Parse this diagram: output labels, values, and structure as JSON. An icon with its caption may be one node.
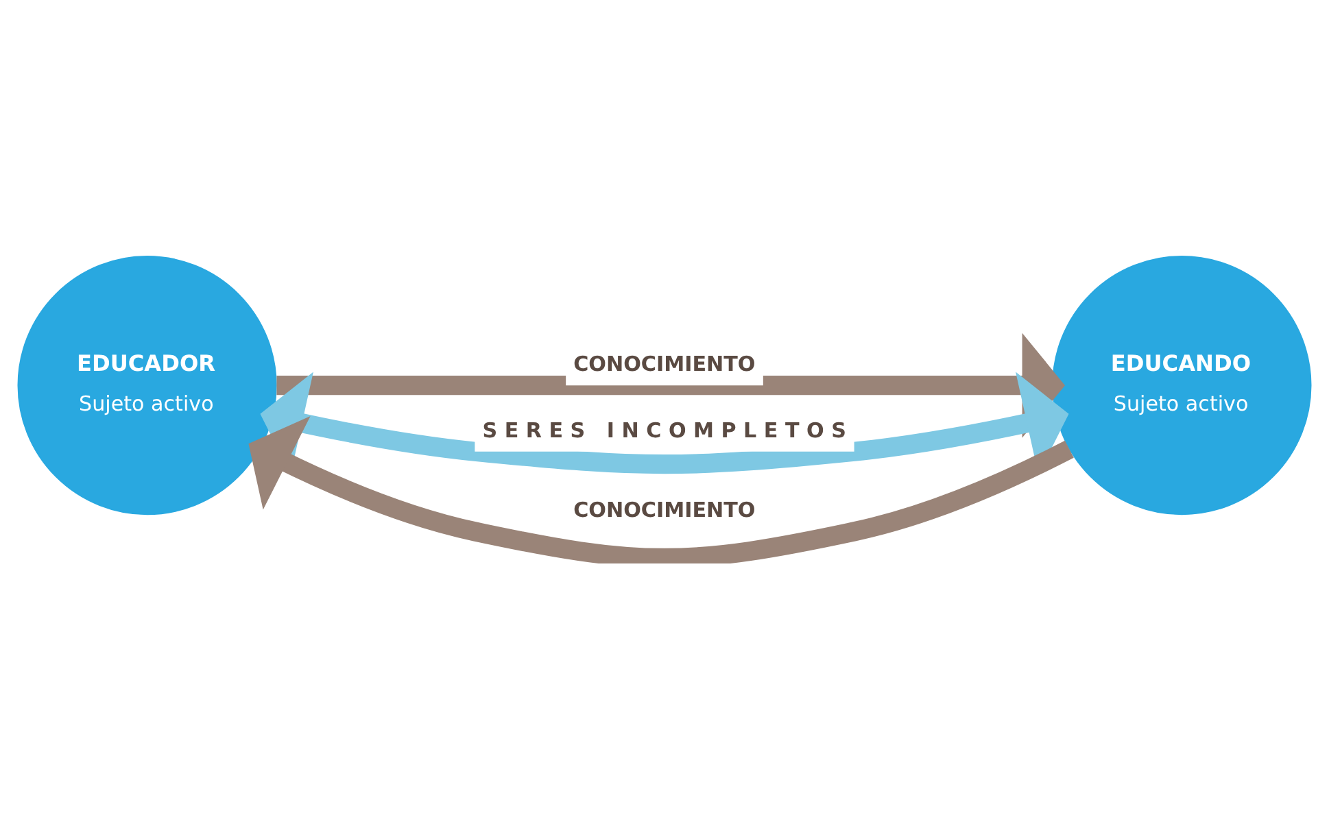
{
  "diagram": {
    "nodes": [
      {
        "text": [
          "EDUCADOR",
          "Sujeto activo"
        ]
      },
      {
        "text": [
          "EDUCANDO",
          "Sujeto activo"
        ]
      }
    ],
    "edges": [
      {
        "from": 0,
        "to": 1,
        "arrow": "to",
        "label": "CONOCIMIENTO"
      },
      {
        "from": 0,
        "to": 1,
        "arrow": "both",
        "label": "S E R E S   I N C O M P L E T O S",
        "color": "#7ec8e3"
      },
      {
        "from": 1,
        "to": 0,
        "arrow": "to",
        "label": "CONOCIMIENTO"
      }
    ]
  }
}
